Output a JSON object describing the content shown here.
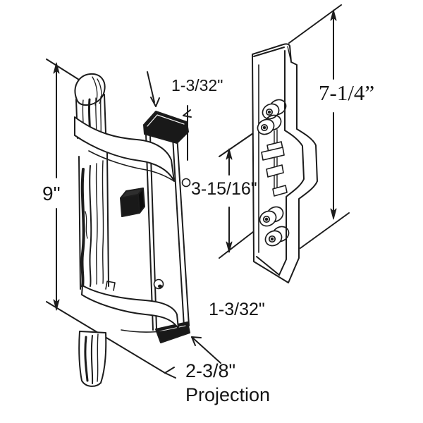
{
  "figure": {
    "kind": "technical-line-drawing",
    "subject": "sliding patio door handle set (wood grip, mortise plate) with keeper back plate",
    "background_color": "#ffffff",
    "line_color": "#1c1c1c",
    "cap_fill_color": "#191919",
    "dimensions": {
      "plate_width_top": "1-3/32\"",
      "overall_height": "9\"",
      "keeper_height": "7-1/4”",
      "screw_hole_spacing": "3-15/16\"",
      "plate_width_bottom": "1-3/32\"",
      "projection_value": "2-3/8\"",
      "projection_caption": "Projection"
    }
  }
}
